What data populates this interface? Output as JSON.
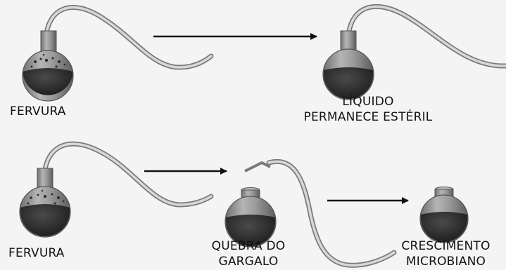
{
  "labels": {
    "boiling_top": "FERVURA",
    "sterile_line1": "LÍQUIDO",
    "sterile_line2": "PERMANECE ESTÉRIL",
    "boiling_bottom": "FERVURA",
    "break_line1": "QUEBRA DO",
    "break_line2": "GARGALO",
    "growth_line1": "CRESCIMENTO",
    "growth_line2": "MICROBIANO"
  },
  "colors": {
    "background": "#f4f4f4",
    "glass": "#8a8a8a",
    "liquid": "#2b2b2b",
    "arrow": "#111111",
    "text": "#111111"
  }
}
